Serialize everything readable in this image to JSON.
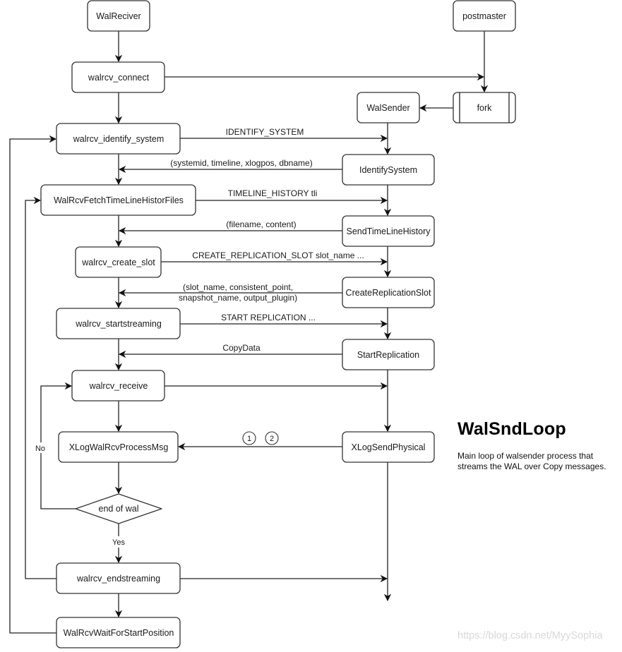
{
  "diagram": {
    "receiver_nodes": {
      "walreciver": "WalReciver",
      "walrcv_connect": "walrcv_connect",
      "walrcv_identify_system": "walrcv_identify_system",
      "fetch_timeline_history": "WalRcvFetchTimeLineHistorFiles",
      "walrcv_create_slot": "walrcv_create_slot",
      "walrcv_startstreaming": "walrcv_startstreaming",
      "walrcv_receive": "walrcv_receive",
      "process_msg": "XLogWalRcvProcessMsg",
      "end_of_wal": "end of wal",
      "walrcv_endstreaming": "walrcv_endstreaming",
      "wait_for_start_position": "WalRcvWaitForStartPosition"
    },
    "sender_nodes": {
      "postmaster": "postmaster",
      "fork": "fork",
      "walsender": "WalSender",
      "identify_system": "IdentifySystem",
      "send_timeline_history": "SendTimeLineHistory",
      "create_replication_slot": "CreateReplicationSlot",
      "start_replication": "StartReplication",
      "xlog_send_physical": "XLogSendPhysical"
    },
    "edge_labels": {
      "identify_system_cmd": "IDENTIFY_SYSTEM",
      "identify_system_reply": "(systemid, timeline, xlogpos, dbname)",
      "timeline_history_cmd": "TIMELINE_HISTORY tli",
      "timeline_history_reply": "(filename, content)",
      "create_slot_cmd": "CREATE_REPLICATION_SLOT slot_name ...",
      "create_slot_reply_line1": "(slot_name, consistent_point,",
      "create_slot_reply_line2": "snapshot_name, output_plugin)",
      "start_replication_cmd": "START REPLICATION ...",
      "copy_data": "CopyData",
      "marker_1": "1",
      "marker_2": "2",
      "no": "No",
      "yes": "Yes"
    }
  },
  "side_panel": {
    "title": "WalSndLoop",
    "description": "Main loop of walsender process that streams the WAL over Copy messages."
  },
  "watermark": "https://blog.csdn.net/MyySophia"
}
